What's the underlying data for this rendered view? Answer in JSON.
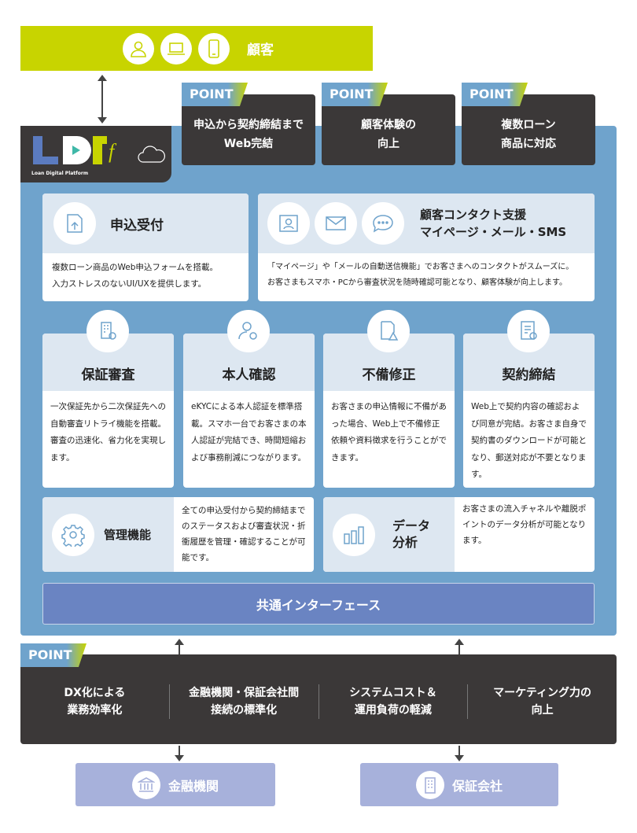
{
  "customer": {
    "label": "顧客",
    "icons": [
      "person-icon",
      "laptop-icon",
      "smartphone-icon"
    ]
  },
  "points_top": [
    {
      "tag": "POINT",
      "line1": "申込から契約締結まで",
      "line2": "Web完結"
    },
    {
      "tag": "POINT",
      "line1": "顧客体験の",
      "line2": "向上"
    },
    {
      "tag": "POINT",
      "line1": "複数ローン",
      "line2": "商品に対応"
    }
  ],
  "logo": {
    "text": "LDPf",
    "subtitle": "Loan Digital Platform"
  },
  "application": {
    "title": "申込受付",
    "desc1": "複数ローン商品のWeb申込フォームを搭載。",
    "desc2": "入力ストレスのないUI/UXを提供します。"
  },
  "contact": {
    "title1": "顧客コンタクト支援",
    "title2": "マイページ・メール・SMS",
    "desc1": "「マイページ」や「メールの自動送信機能」でお客さまへのコンタクトがスムーズに。",
    "desc2": "お客さまもスマホ・PCから審査状況を随時確認可能となり、顧客体験が向上します。"
  },
  "features": [
    {
      "title": "保証審査",
      "desc": "一次保証先から二次保証先への自動審査リトライ機能を搭載。審査の迅速化、省力化を実現します。"
    },
    {
      "title": "本人確認",
      "desc": "eKYCによる本人認証を標準搭載。スマホ一台でお客さまの本人認証が完結でき、時間短縮および事務削減につながります。"
    },
    {
      "title": "不備修正",
      "desc": "お客さまの申込情報に不備があった場合、Web上で不備修正依頼や資料徴求を行うことができます。"
    },
    {
      "title": "契約締結",
      "desc": "Web上で契約内容の確認および同意が完結。お客さま自身で契約書のダウンロードが可能となり、郵送対応が不要となります。"
    }
  ],
  "management": {
    "title": "管理機能",
    "desc": "全ての申込受付から契約締結までのステータスおよび審査状況・折衝履歴を管理・確認することが可能です。"
  },
  "analytics": {
    "title1": "データ",
    "title2": "分析",
    "desc": "お客さまの流入チャネルや離脱ポイントのデータ分析が可能となります。"
  },
  "common_interface": "共通インターフェース",
  "point_bottom": {
    "tag": "POINT",
    "items": [
      {
        "line1": "DX化による",
        "line2": "業務効率化"
      },
      {
        "line1": "金融機関・保証会社間",
        "line2": "接続の標準化"
      },
      {
        "line1": "システムコスト＆",
        "line2": "運用負荷の軽減"
      },
      {
        "line1": "マーケティング力の",
        "line2": "向上"
      }
    ]
  },
  "financial_institution": "金融機関",
  "guarantee_company": "保証会社",
  "colors": {
    "green": "#c8d400",
    "blue": "#6fa3cc",
    "dark": "#3b3838",
    "interface": "#6a84c2",
    "bottom_box": "#a7b1db"
  }
}
